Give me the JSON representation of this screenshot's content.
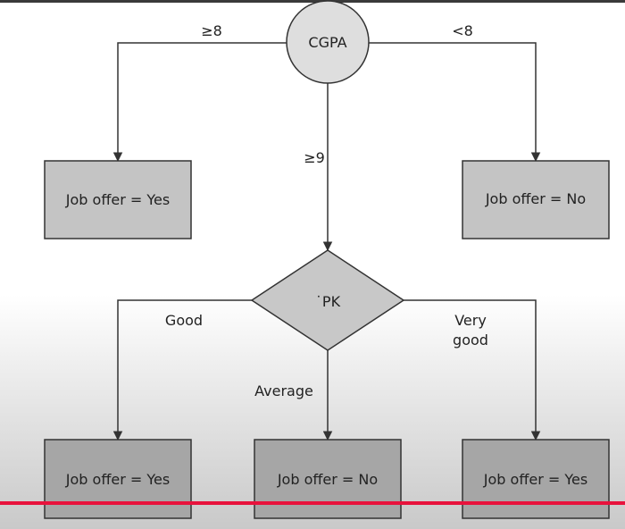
{
  "colors": {
    "box_fill": "#c4c4c4",
    "box_fill_dark": "#a6a6a6",
    "line": "#333333",
    "progress_line": "#e8123c"
  },
  "root": {
    "label": "CGPA"
  },
  "decision": {
    "label": "˙PK"
  },
  "edges": {
    "left": "≥8",
    "right": "<8",
    "down": "≥9",
    "good": "Good",
    "average": "Average",
    "very_good_line1": "Very",
    "very_good_line2": "good"
  },
  "boxes": {
    "top_left": "Job offer = Yes",
    "top_right": "Job offer = No",
    "bottom_left": "Job offer = Yes",
    "bottom_middle": "Job offer = No",
    "bottom_right": "Job offer = Yes"
  }
}
